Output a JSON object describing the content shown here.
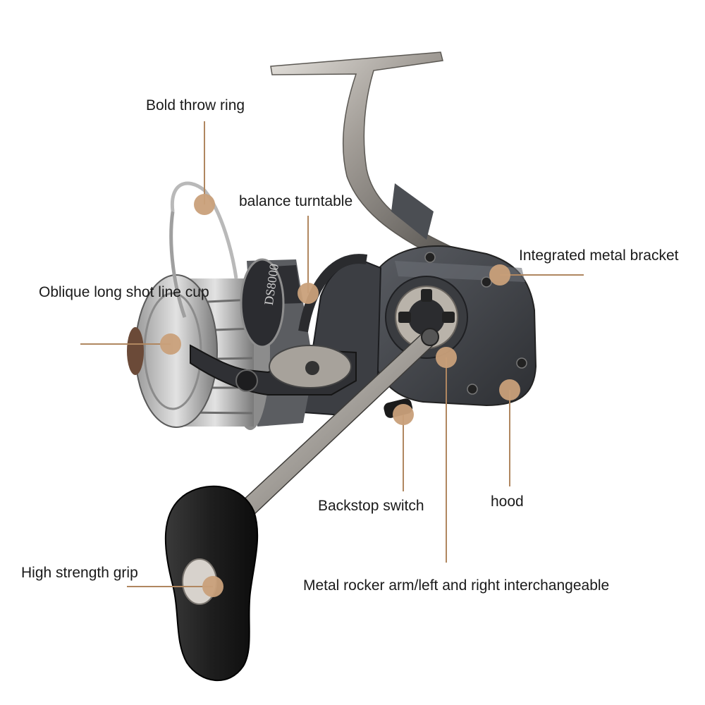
{
  "colors": {
    "marker": "#c9a07a",
    "leader_line": "#b08760",
    "body_dark": "#3f4146",
    "metal": "#9a958f",
    "grip": "#1d1d1d"
  },
  "reel": {
    "model_text": "DS8000"
  },
  "callouts": [
    {
      "id": "bold-throw-ring",
      "label": "Bold throw ring"
    },
    {
      "id": "balance-turntable",
      "label": "balance turntable"
    },
    {
      "id": "integrated-metal-bracket",
      "label": "Integrated metal bracket"
    },
    {
      "id": "oblique-line-cup",
      "label": "Oblique long shot line cup"
    },
    {
      "id": "backstop-switch",
      "label": "Backstop switch"
    },
    {
      "id": "hood",
      "label": "hood"
    },
    {
      "id": "high-strength-grip",
      "label": "High strength grip"
    },
    {
      "id": "metal-rocker-arm",
      "label": "Metal rocker arm/left and right interchangeable"
    }
  ]
}
